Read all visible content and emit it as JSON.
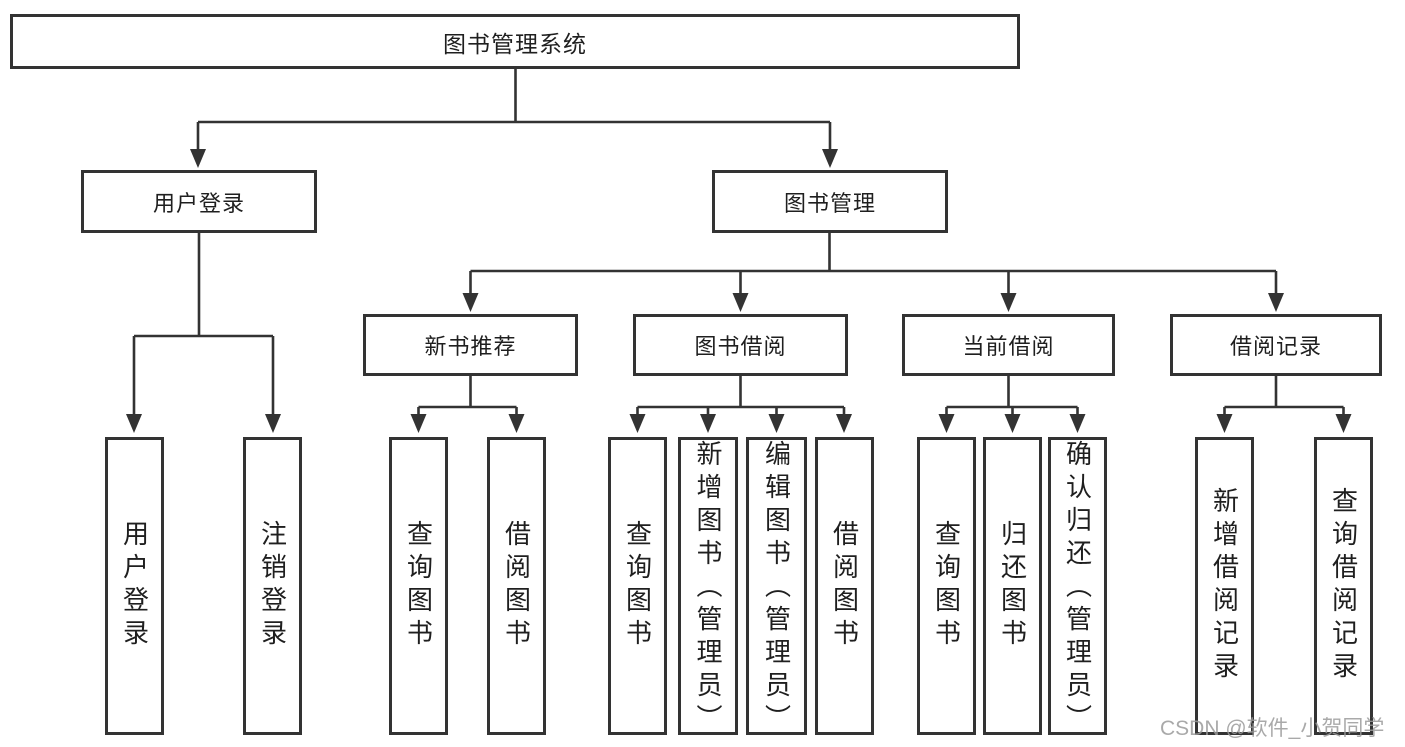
{
  "diagram": {
    "root": {
      "label": "图书管理系统"
    },
    "level2": [
      {
        "id": "user-login",
        "label": "用户登录"
      },
      {
        "id": "book-management",
        "label": "图书管理"
      }
    ],
    "level3": [
      {
        "id": "new-book-recommend",
        "label": "新书推荐"
      },
      {
        "id": "book-borrow",
        "label": "图书借阅"
      },
      {
        "id": "current-borrow",
        "label": "当前借阅"
      },
      {
        "id": "borrow-record",
        "label": "借阅记录"
      }
    ],
    "leaves": [
      {
        "label": "用户登录"
      },
      {
        "label": "注销登录"
      },
      {
        "label": "查询图书"
      },
      {
        "label": "借阅图书"
      },
      {
        "label": "查询图书"
      },
      {
        "label": "新增图书（管理员）"
      },
      {
        "label": "编辑图书（管理员）"
      },
      {
        "label": "借阅图书"
      },
      {
        "label": "查询图书"
      },
      {
        "label": "归还图书"
      },
      {
        "label": "确认归还（管理员）"
      },
      {
        "label": "新增借阅记录"
      },
      {
        "label": "查询借阅记录"
      }
    ],
    "watermark": "CSDN @软件_小贺同学",
    "colors": {
      "line": "#333333",
      "background": "#ffffff",
      "watermark": "#9b9b9b"
    }
  }
}
